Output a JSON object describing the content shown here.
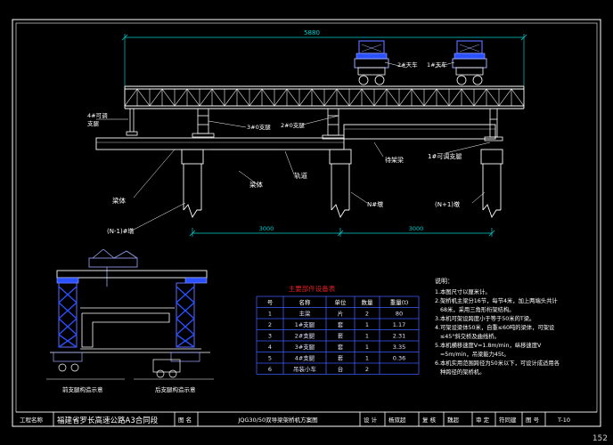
{
  "drawing": {
    "dims": {
      "top_overall": "5880",
      "span_left": "3000",
      "span_right": "3000"
    },
    "callouts": {
      "crown_block_2": "2#天车",
      "crown_block_1": "1#天车",
      "support_4": "4#可调",
      "support_4_line2": "支腿",
      "leg_3": "3#0支腿",
      "leg_2": "2#0支腿",
      "support_1": "1#可调支腿",
      "beam_waiting": "待架梁",
      "beam_body_left": "梁体",
      "beam_body_mid": "梁体",
      "rail": "轨道",
      "pier_n": "N#墩",
      "pier_n_minus": "(N-1)#墩",
      "pier_n_plus": "(N+1)墩"
    },
    "views": {
      "front_label": "前支腿构造示意",
      "rear_label": "后支腿构造示意"
    }
  },
  "table": {
    "title": "主要部件设备表",
    "headers": [
      "号",
      "名称",
      "单位",
      "数量",
      "重量(t)"
    ],
    "rows": [
      [
        "1",
        "主梁",
        "片",
        "2",
        "80"
      ],
      [
        "2",
        "1#支腿",
        "套",
        "1",
        "1.17"
      ],
      [
        "3",
        "2#支腿",
        "套",
        "1",
        "2.31"
      ],
      [
        "4",
        "3#支腿",
        "套",
        "1",
        "3.35"
      ],
      [
        "5",
        "4#支腿",
        "套",
        "1",
        "0.36"
      ],
      [
        "6",
        "吊装小车",
        "台",
        "2",
        ""
      ]
    ]
  },
  "notes": {
    "title": "说明：",
    "items": [
      "1.本图尺寸以厘米计。",
      "2.架桥机主梁分16节，每节4米，加上两端头共计68米，采用三角形桁架结构。",
      "3.本机可架设跨度小于等于50米的T梁。",
      "4.可架设梁体50米，自重≤60吨的梁体，可架设≤45°斜交桥及曲线桥。",
      "5.本机横移速度V=1.8m/min，纵移速度V=5m/min，吊梁能力45t。",
      "6.本机实用范围跨径为50米以下，可设计成适用各种跨径的架桥机。"
    ]
  },
  "title_block": {
    "project_label": "工程名称",
    "project_name": "福建省罗长高速公路A3合同段",
    "drawing_label": "图  名",
    "drawing_name": "JQG30/50双导梁架桥机方案图",
    "design_label": "设  计",
    "design_sig": "杨双超",
    "review_label": "复  核",
    "review_sig": "魏超",
    "approve_label": "审  定",
    "approve_sig": "符同建",
    "sheet_label": "图  号",
    "sheet_no": "T-10"
  },
  "page_number": "152",
  "colors": {
    "background": "#000000",
    "frame": "#ffffff",
    "structure": "#ffffff",
    "dimension": "#00d0d0",
    "text_cyan": "#00e0ff",
    "table_line": "#3d5cff",
    "table_title": "#e02020",
    "blue_part": "#2a50ff",
    "equipment": "#9aa8ff"
  }
}
